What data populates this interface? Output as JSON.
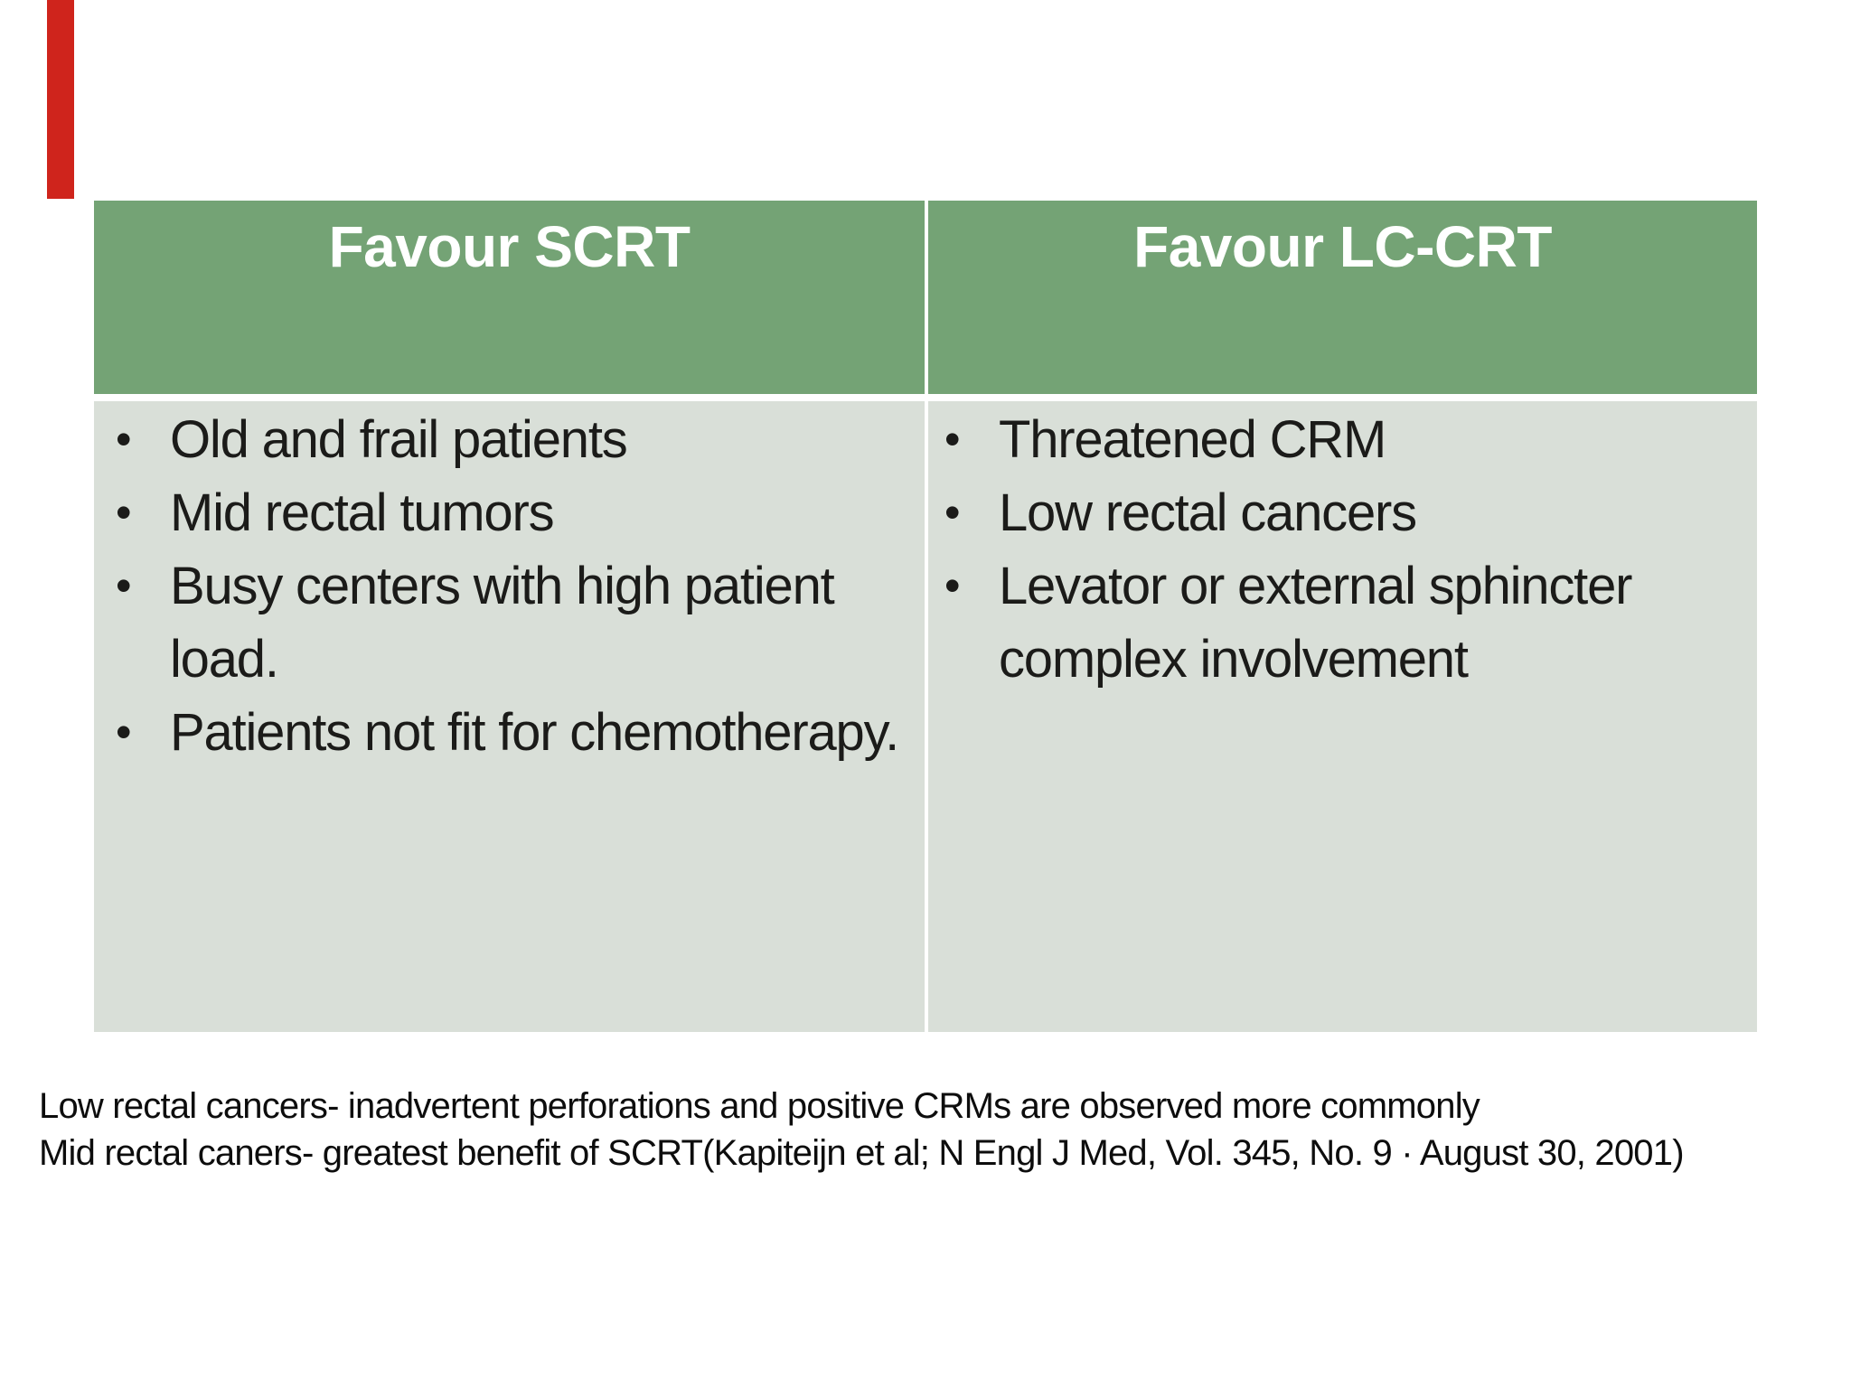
{
  "slide": {
    "accent_bar_color": "#cf241c",
    "table": {
      "header_bg": "#74a375",
      "body_bg": "#d9dfd8",
      "divider_color": "#ffffff",
      "header_text_color": "#ffffff",
      "body_text_color": "#1b1b19",
      "columns": [
        {
          "header": "Favour SCRT",
          "items": [
            "Old and frail patients",
            "Mid rectal tumors",
            "Busy centers with high patient load.",
            "Patients not fit for chemotherapy."
          ]
        },
        {
          "header": "Favour LC-CRT",
          "items": [
            "Threatened CRM",
            "Low rectal cancers",
            "Levator or external sphincter complex involvement"
          ]
        }
      ]
    },
    "footnotes": [
      "Low rectal cancers- inadvertent perforations and positive CRMs are observed more commonly",
      "Mid rectal caners- greatest benefit of SCRT(Kapiteijn et al; N Engl J Med, Vol. 345, No. 9 · August 30, 2001)"
    ]
  }
}
